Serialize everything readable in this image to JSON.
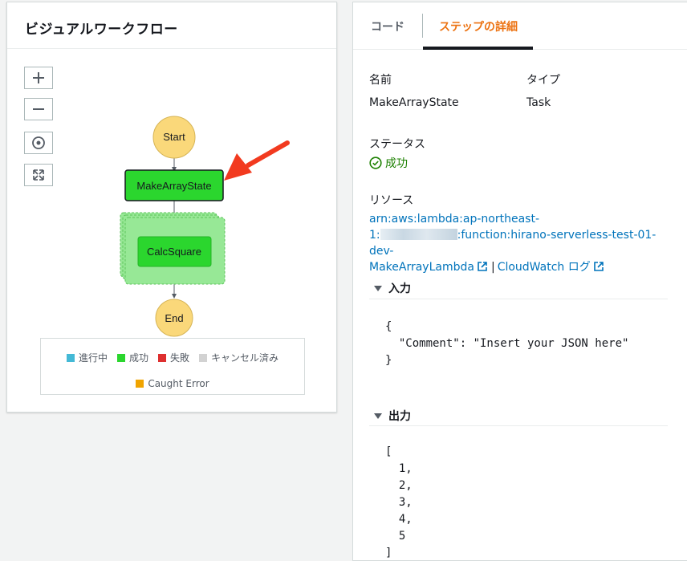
{
  "visual_workflow": {
    "title": "ビジュアルワークフロー",
    "zoom_controls": [
      "zoom-in",
      "zoom-out",
      "center",
      "fit"
    ],
    "nodes": {
      "start": "Start",
      "make_array": "MakeArrayState",
      "calc_square": "CalcSquare",
      "end": "End"
    },
    "legend": [
      {
        "label": "進行中",
        "color": "#44b9d6"
      },
      {
        "label": "成功",
        "color": "#2bd62e"
      },
      {
        "label": "失敗",
        "color": "#de2f2f"
      },
      {
        "label": "キャンセル済み",
        "color": "#d2d2d2"
      },
      {
        "label": "Caught Error",
        "color": "#f0a400"
      }
    ]
  },
  "details": {
    "tabs": {
      "code": "コード",
      "step_details": "ステップの詳細"
    },
    "name_label": "名前",
    "name_value": "MakeArrayState",
    "type_label": "タイプ",
    "type_value": "Task",
    "status_label": "ステータス",
    "status_value": "成功",
    "resource_label": "リソース",
    "resource_arn_prefix": "arn:aws:lambda:ap-northeast-",
    "resource_arn_line2_start": "1:",
    "resource_arn_function": ":function:hirano-serverless-test-01-dev-",
    "resource_arn_lambda": "MakeArrayLambda",
    "cloudwatch_link": "CloudWatch ログ",
    "input_label": "入力",
    "input_json": "{\n  \"Comment\": \"Insert your JSON here\"\n}",
    "output_label": "出力",
    "output_json": "[\n  1,\n  2,\n  3,\n  4,\n  5\n]"
  },
  "colors": {
    "accent": "#ec7211",
    "link": "#0073bb",
    "success": "#1d8102",
    "node_success": "#2bd62e",
    "node_start_end": "#fad87a",
    "arrow": "#f23a1f"
  }
}
